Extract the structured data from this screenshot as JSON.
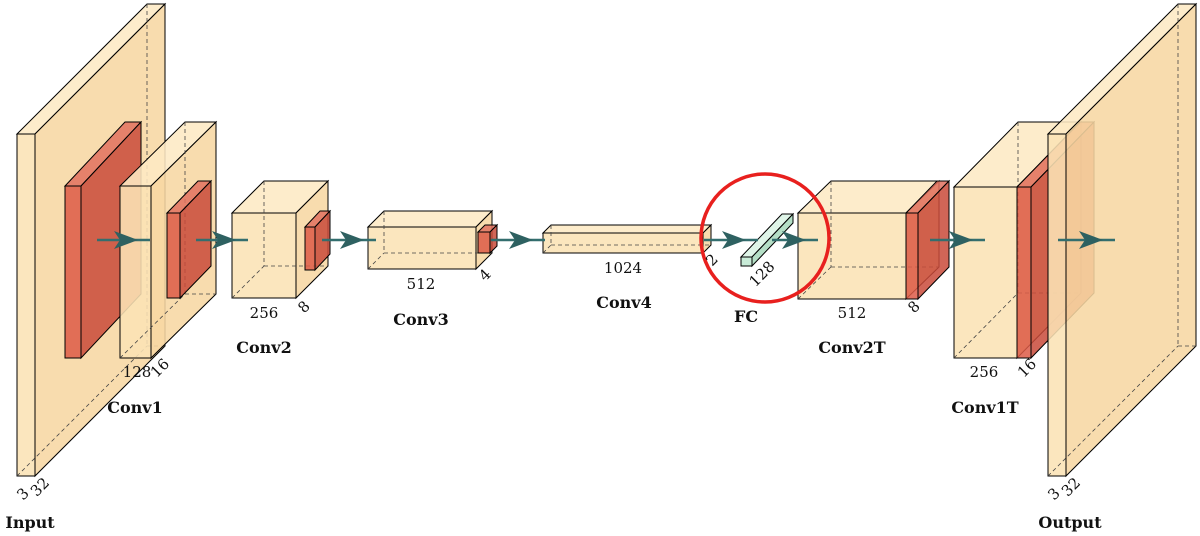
{
  "diagram": {
    "layers": [
      {
        "name": "Input",
        "dims": [
          "3",
          "32"
        ]
      },
      {
        "name": "Conv1",
        "dims": [
          "128",
          "16"
        ]
      },
      {
        "name": "Conv2",
        "dims": [
          "256",
          "8"
        ]
      },
      {
        "name": "Conv3",
        "dims": [
          "512",
          "4"
        ]
      },
      {
        "name": "Conv4",
        "dims": [
          "1024",
          "2"
        ]
      },
      {
        "name": "FC",
        "dims": [
          "128"
        ]
      },
      {
        "name": "Conv2T",
        "dims": [
          "512",
          "8"
        ]
      },
      {
        "name": "Conv1T",
        "dims": [
          "256",
          "16"
        ]
      },
      {
        "name": "Output",
        "dims": [
          "3",
          "32"
        ]
      }
    ],
    "colors": {
      "conv_fill": "#fbe3b5",
      "pool_fill": "#dd5a47",
      "fc_fill": "#c8ebd7",
      "arrow": "#336e6e",
      "highlight_circle": "#e8201e"
    }
  }
}
